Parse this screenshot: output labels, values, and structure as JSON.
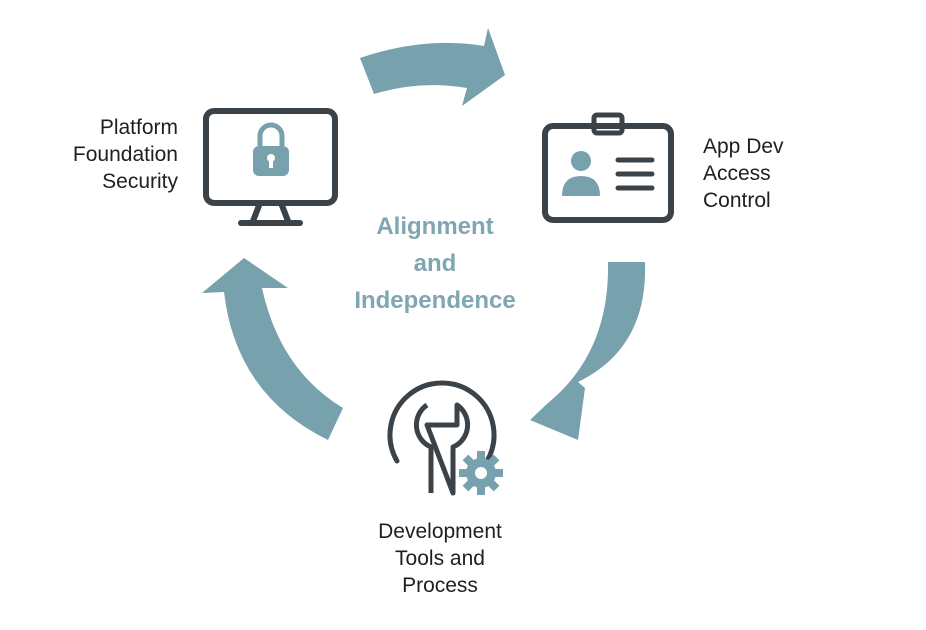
{
  "colors": {
    "arrow": "#77a1ad",
    "icon_stroke": "#3b4349",
    "icon_accent": "#77a1ad",
    "center_text": "#7fa6b2",
    "label_text": "#1f1f1f"
  },
  "center": {
    "lines": [
      "Alignment",
      "and",
      "Independence"
    ]
  },
  "nodes": [
    {
      "id": "platform-foundation-security",
      "icon": "monitor-lock-icon",
      "label_lines": [
        "Platform",
        "Foundation",
        "Security"
      ]
    },
    {
      "id": "app-dev-access-control",
      "icon": "id-badge-icon",
      "label_lines": [
        "App Dev",
        "Access",
        "Control"
      ]
    },
    {
      "id": "development-tools-process",
      "icon": "wrench-gear-icon",
      "label_lines": [
        "Development",
        "Tools and",
        "Process"
      ]
    }
  ],
  "arrows": [
    {
      "from": "platform-foundation-security",
      "to": "app-dev-access-control",
      "icon": "curved-arrow-icon"
    },
    {
      "from": "app-dev-access-control",
      "to": "development-tools-process",
      "icon": "curved-arrow-icon"
    },
    {
      "from": "development-tools-process",
      "to": "platform-foundation-security",
      "icon": "curved-arrow-icon"
    }
  ]
}
